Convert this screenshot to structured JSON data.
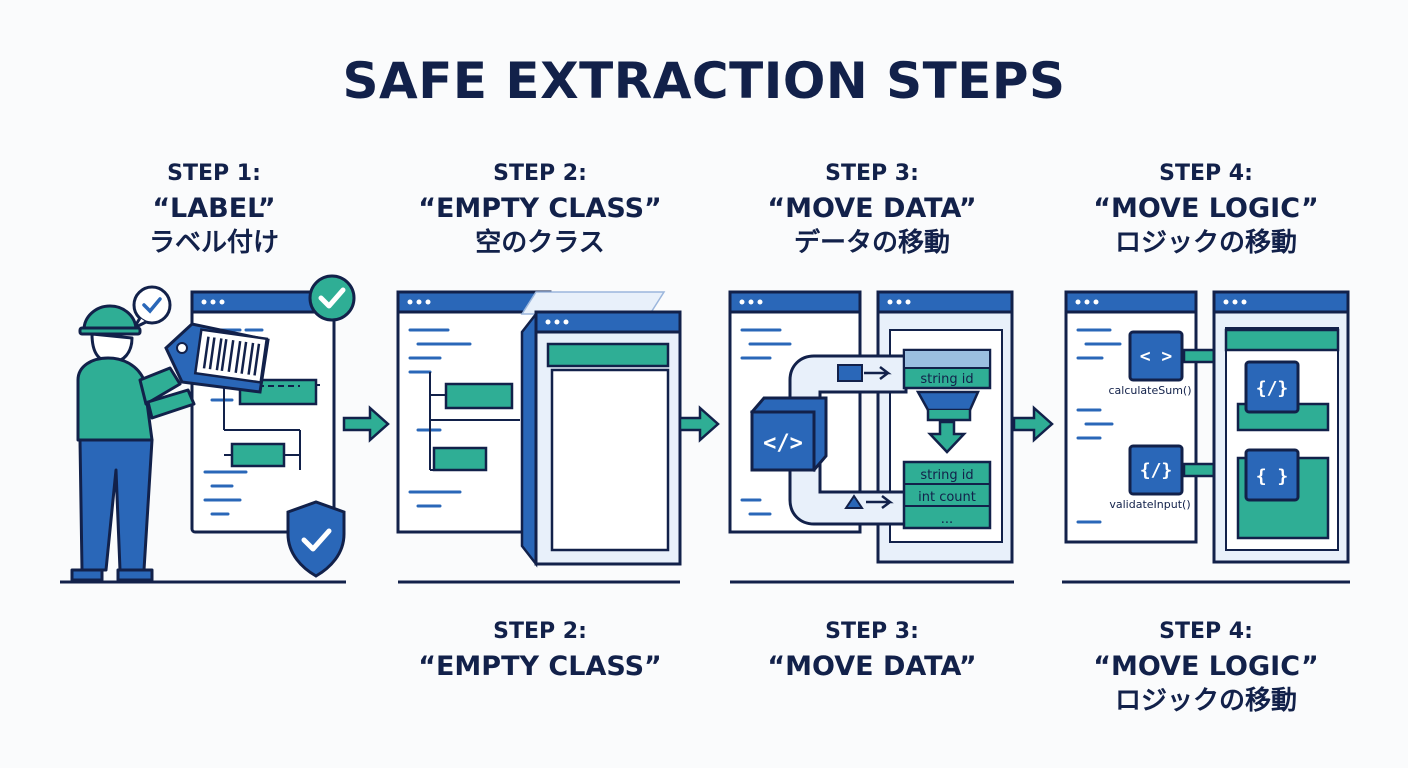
{
  "title": "SAFE EXTRACTION STEPS",
  "steps": [
    {
      "num": "STEP 1:",
      "quote": "“LABEL”",
      "jp": "ラベル付け"
    },
    {
      "num": "STEP 2:",
      "quote": "“EMPTY CLASS”",
      "jp": "空のクラス"
    },
    {
      "num": "STEP 3:",
      "quote": "“MOVE DATA”",
      "jp": "データの移動"
    },
    {
      "num": "STEP 4:",
      "quote": "“MOVE LOGIC”",
      "jp": "ロジックの移動"
    }
  ],
  "footers": [
    {
      "num": "STEP 2:",
      "quote": "“EMPTY CLASS”"
    },
    {
      "num": "STEP 3:",
      "quote": "“MOVE DATA”"
    },
    {
      "num": "STEP 4:",
      "quote": "“MOVE LOGIC”",
      "jp": "ロジックの移動"
    }
  ],
  "step3": {
    "field_top": "string id",
    "field_1": "string id",
    "field_2": "int count",
    "field_3": "..."
  },
  "step4": {
    "method_1": "calculateSum()",
    "method_2": "validateInput()"
  },
  "icons": {
    "code": "</>",
    "chevrons": "< >",
    "braces_slash": "{/}",
    "braces": "{ }"
  },
  "colors": {
    "navy": "#12214a",
    "blue": "#2a67b8",
    "teal": "#2fae95",
    "light": "#e8f0fa"
  }
}
